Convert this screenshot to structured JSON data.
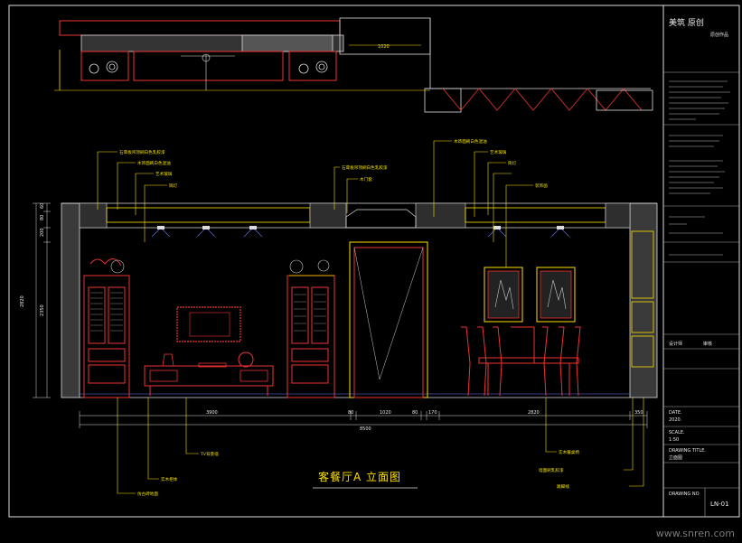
{
  "drawing_title": "客餐厅A 立面图",
  "watermark": "www.snren.com",
  "title_block": {
    "company": "美筑 原创",
    "company_sub": "原创作品",
    "drawing_no_label": "DRAWING NO",
    "drawing_no": "LN-01",
    "date_label": "DATE.",
    "date_value": "2020.",
    "scale_label": "SCALE.",
    "scale_value": "1:50",
    "title_label": "DRAWING TITLE.",
    "title_value": "立面图",
    "designer_label": "设计师",
    "checker_label": "审核"
  },
  "dimensions": {
    "total": "8500",
    "seg1": "3900",
    "seg2": "80",
    "seg3": "1020",
    "seg4": "80",
    "seg5": "170",
    "seg6": "2820",
    "seg7": "350",
    "height_total": "2820",
    "h1": "2350",
    "h2": "200",
    "h3": "80",
    "h4": "60",
    "top_ceiling": "1020"
  },
  "labels_top": [
    "石膏板吊顶刷白色乳胶漆",
    "木饰面刷白色混油",
    "艺术玻璃",
    "筒灯",
    "石膏板吊顶刷白色乳胶漆",
    "木门套",
    "木饰面刷白色混油",
    "艺术玻璃",
    "筒灯",
    "装饰画"
  ],
  "labels_bottom": [
    "TV背景墙",
    "实木柜体",
    "仿古砖地面",
    "实木餐桌椅",
    "墙面刷乳胶漆",
    "踢脚线"
  ]
}
